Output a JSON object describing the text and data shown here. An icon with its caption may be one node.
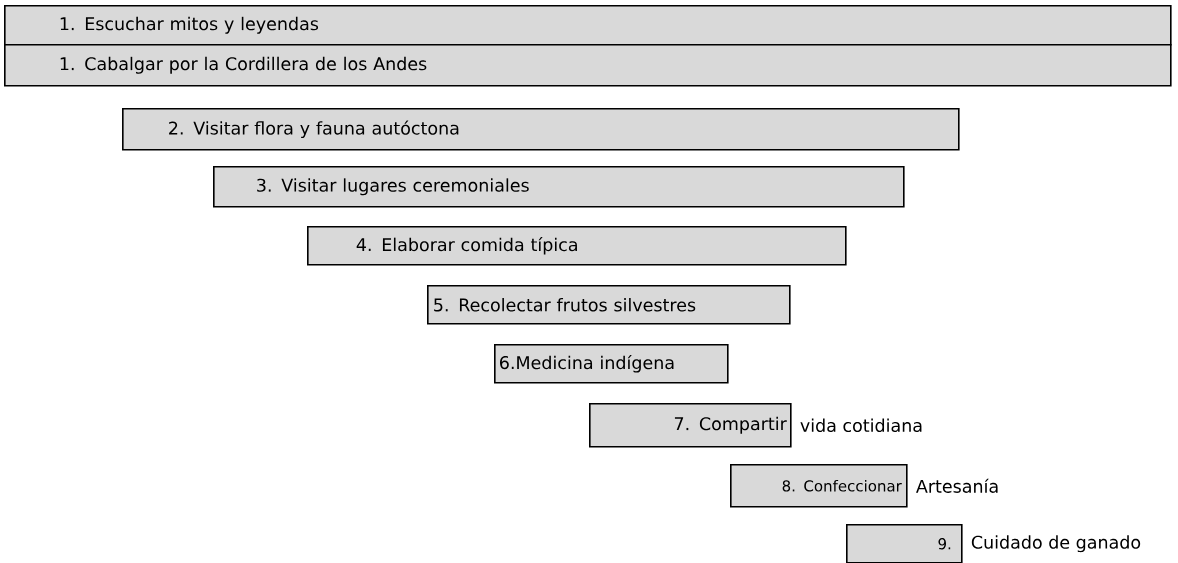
{
  "diagram": {
    "nodes": [
      {
        "text": [
          "1. Escuchar mitos y leyendas"
        ]
      },
      {
        "text": [
          "1. Cabalgar por la Cordillera de los Andes"
        ]
      },
      {
        "text": [
          "2. Visitar flora y fauna autóctona"
        ]
      },
      {
        "text": [
          "3. Visitar lugares ceremoniales"
        ]
      },
      {
        "text": [
          "4. Elaborar comida típica"
        ]
      },
      {
        "text": [
          "5. Recolectar frutos silvestres"
        ]
      },
      {
        "text": [
          "6.Medicina indígena"
        ]
      },
      {
        "text": [
          "7.  Compartir"
        ],
        "beside": [
          "vida cotidiana"
        ]
      },
      {
        "text": [
          "8. Confeccionar"
        ],
        "beside": [
          "Artesanía"
        ]
      },
      {
        "text": [
          "9."
        ],
        "beside": [
          "Cuidado de ganado"
        ]
      }
    ]
  }
}
